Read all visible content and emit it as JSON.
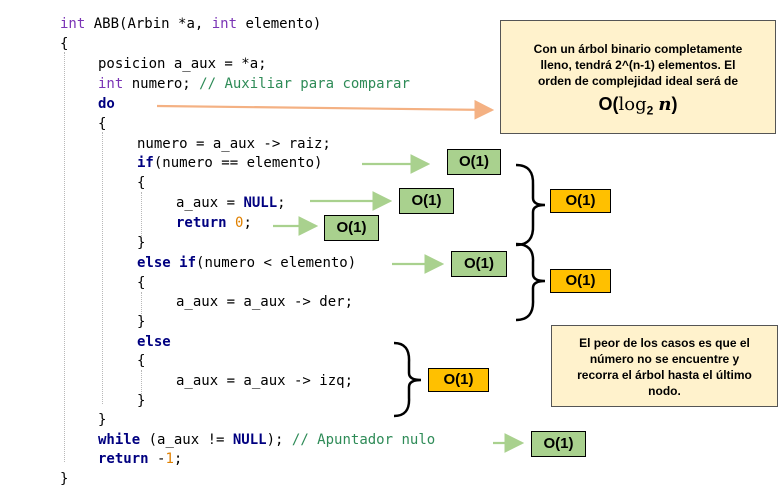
{
  "code": {
    "l1_type": "int",
    "l1_rest_a": " ABB(Arbin *a, ",
    "l1_type2": "int",
    "l1_rest_b": " elemento)",
    "l2": "{",
    "l3": "posicion a_aux = *a;",
    "l4_type": "int",
    "l4_rest": " numero; ",
    "l4_comment": "// Auxiliar para comparar",
    "l5": "do",
    "l6": "{",
    "l7": "numero = a_aux -> raiz;",
    "l8_kw": "if",
    "l8_rest": "(numero == elemento)",
    "l9": "{",
    "l10_a": "a_aux = ",
    "l10_null": "NULL",
    "l10_b": ";",
    "l11_kw": "return",
    "l11_sp": " ",
    "l11_num": "0",
    "l11_end": ";",
    "l12": "}",
    "l13_kw": "else if",
    "l13_rest": "(numero < elemento)",
    "l14": "{",
    "l15": "a_aux = a_aux -> der;",
    "l16": "}",
    "l17_kw": "else",
    "l18": "{",
    "l19": "a_aux = a_aux -> izq;",
    "l20": "}",
    "l21": "}",
    "l22_kw": "while",
    "l22_a": " (a_aux != ",
    "l22_null": "NULL",
    "l22_b": "); ",
    "l22_comment": "// Apuntador nulo",
    "l23_kw": "return",
    "l23_sp": " -",
    "l23_num": "1",
    "l23_end": ";",
    "l24": "}"
  },
  "complexity": {
    "o1": "O(1)"
  },
  "notes": {
    "top_line1": "Con un árbol binario completamente",
    "top_line2": "lleno, tendrá 2^(n-1) elementos. El",
    "top_line3": "orden de complejidad ideal será de",
    "top_formula_prefix": "O(",
    "top_formula_log": "log",
    "top_formula_base": "2",
    "top_formula_var": "n",
    "top_formula_suffix": ")",
    "bottom_line1": "El peor de los casos es que el",
    "bottom_line2": "número no se encuentre y",
    "bottom_line3": "recorra el árbol hasta el último",
    "bottom_line4": "nodo."
  },
  "colors": {
    "arrow_orange": "#f4b183",
    "arrow_green": "#a9d18e",
    "box_green": "#a9d18e",
    "box_orange": "#ffc000",
    "note_bg": "#fff2cc"
  }
}
